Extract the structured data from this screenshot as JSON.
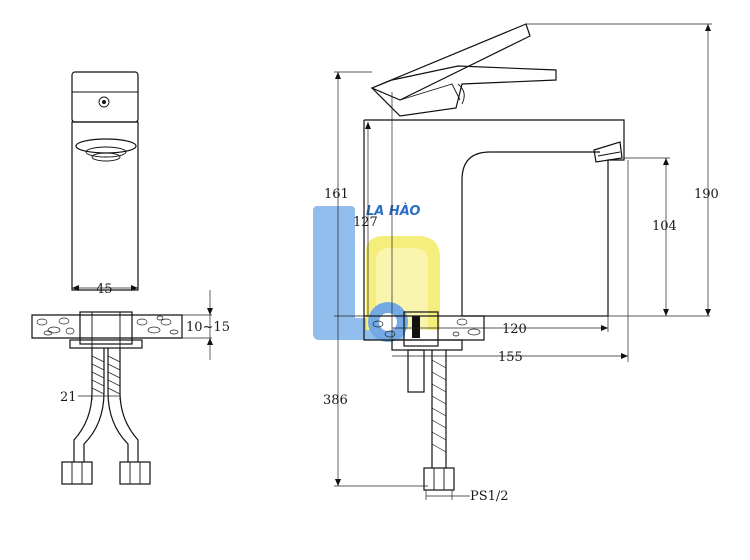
{
  "dimensions": {
    "left_width": "45",
    "deck_range": "10~15",
    "hose_dim": "21",
    "height_161": "161",
    "height_127": "127",
    "height_104": "104",
    "height_190": "190",
    "reach_120": "120",
    "reach_155": "155",
    "hose_386": "386",
    "thread": "PS1/2"
  },
  "watermark": {
    "text": "LA HÀO",
    "colors": {
      "blue": "#4a8fd8",
      "yellow": "#f3e34a",
      "logo_text": "#2d6fc4"
    }
  }
}
